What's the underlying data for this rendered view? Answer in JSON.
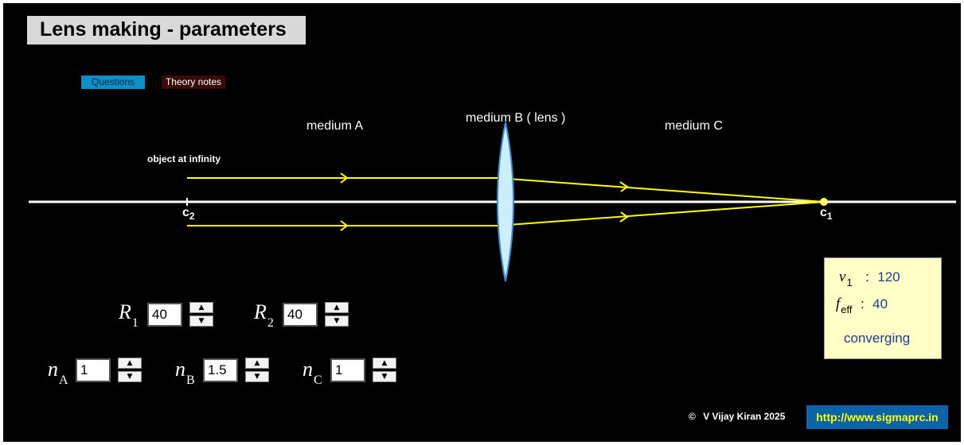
{
  "title": "Lens making - parameters",
  "buttons": {
    "questions": "Questions",
    "theory": "Theory notes"
  },
  "labels": {
    "medium_a": "medium A",
    "medium_b": "medium B ( lens )",
    "medium_c": "medium C",
    "object": "object at infinity",
    "c2": "c",
    "c2_sub": "2",
    "c1": "c",
    "c1_sub": "1"
  },
  "params": {
    "r1": {
      "symbol": "R",
      "sub": "1",
      "value": "40"
    },
    "r2": {
      "symbol": "R",
      "sub": "2",
      "value": "40"
    },
    "na": {
      "symbol": "n",
      "sub": "A",
      "value": "1"
    },
    "nb": {
      "symbol": "n",
      "sub": "B",
      "value": "1.5"
    },
    "nc": {
      "symbol": "n",
      "sub": "C",
      "value": "1"
    }
  },
  "spinner": {
    "up": "▲",
    "down": "▼"
  },
  "results": {
    "v1": {
      "symbol": "v",
      "sub": "1",
      "colon": ":",
      "value": "120"
    },
    "feff": {
      "symbol": "f",
      "sub": "eff",
      "colon": ":",
      "value": "40"
    },
    "type": "converging"
  },
  "footer": {
    "copyright_symbol": "©",
    "copyright": "V Vijay Kiran 2025",
    "url": "http://www.sigmaprc.in"
  },
  "colors": {
    "background": "#000000",
    "title_bg": "#d9d9d9",
    "axis": "#ffffff",
    "ray": "#ffff00",
    "lens_fill": "#cfeefc",
    "lens_stroke": "#3b8fd0",
    "result_bg": "#ffffc8",
    "result_text": "#1f3f8f",
    "url_bg": "#0b63a8",
    "url_text": "#ffff00"
  }
}
